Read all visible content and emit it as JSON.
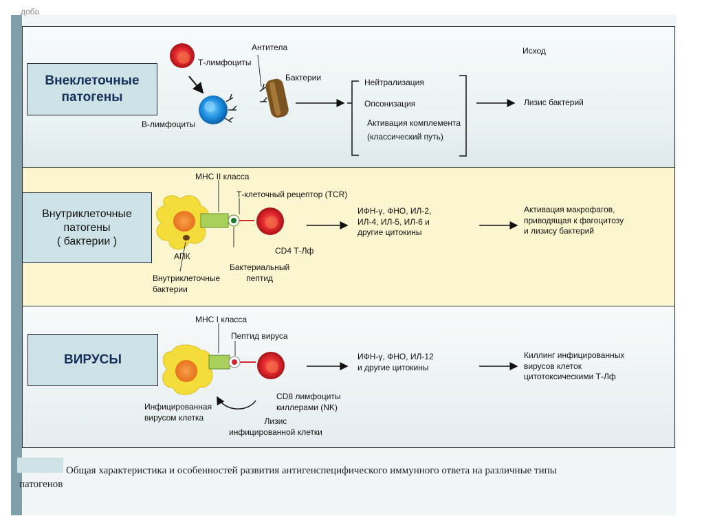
{
  "header_fragment": "доба",
  "categories": {
    "extracellular": "Внеклеточные патогены",
    "intracellular_lines": [
      "Внутриклеточные",
      "патогены",
      "( бактерии )"
    ],
    "viruses": "ВИРУСЫ"
  },
  "row1": {
    "t_cells": "Т-лимфоциты",
    "antibodies": "Антитела",
    "bacteria": "Бактерии",
    "b_cells": "В-лимфоциты",
    "outcome_header": "Исход",
    "mechanisms": [
      "Нейтрализация",
      "Опсонизация",
      "Активация комплемента",
      "(классический путь)"
    ],
    "outcome": "Лизис бактерий"
  },
  "row2": {
    "mhc": "МНС II класса",
    "tcr": "Т-клеточный рецептор (TCR)",
    "apc": "АПК",
    "intracellular_bacteria": [
      "Внутриклеточные",
      "бактерии"
    ],
    "bacterial_peptide": [
      "Бактериальный",
      "пептид"
    ],
    "cd4": "CD4 Т-Лф",
    "cytokines": [
      "ИФН-γ, ФНО, ИЛ-2,",
      "ИЛ-4, ИЛ-5, ИЛ-6 и",
      "другие цитокины"
    ],
    "outcome": [
      "Активация макрофагов,",
      "приводящая к фагоцитозу",
      "и лизису бактерий"
    ]
  },
  "row3": {
    "mhc": "МНС I класса",
    "virus_peptide": "Пептид вируса",
    "infected_cell": [
      "Инфицированная",
      "вирусом клетка"
    ],
    "lysis": [
      "Лизис",
      "инфицированной клетки"
    ],
    "cd8": [
      "CD8 лимфоциты",
      "киллерами (NK)"
    ],
    "cytokines": [
      "ИФН-γ, ФНО, ИЛ-12",
      "и другие цитокины"
    ],
    "outcome": [
      "Киллинг инфицированных",
      "вирусов клеток",
      "цитотоксическими Т-Лф"
    ]
  },
  "caption": {
    "line1": "Общая характеристика и особенностей развития антигенспецифического иммунного ответа на различные типы",
    "line2": "патогенов"
  },
  "colors": {
    "band_yellow": "#fbf6cf",
    "category_box": "#cde2e6",
    "t_cell_red": "#d8262e",
    "b_cell_blue": "#1e8fe0",
    "apc_yellow": "#f4dd3a",
    "receptor_green": "#a8d05a"
  }
}
